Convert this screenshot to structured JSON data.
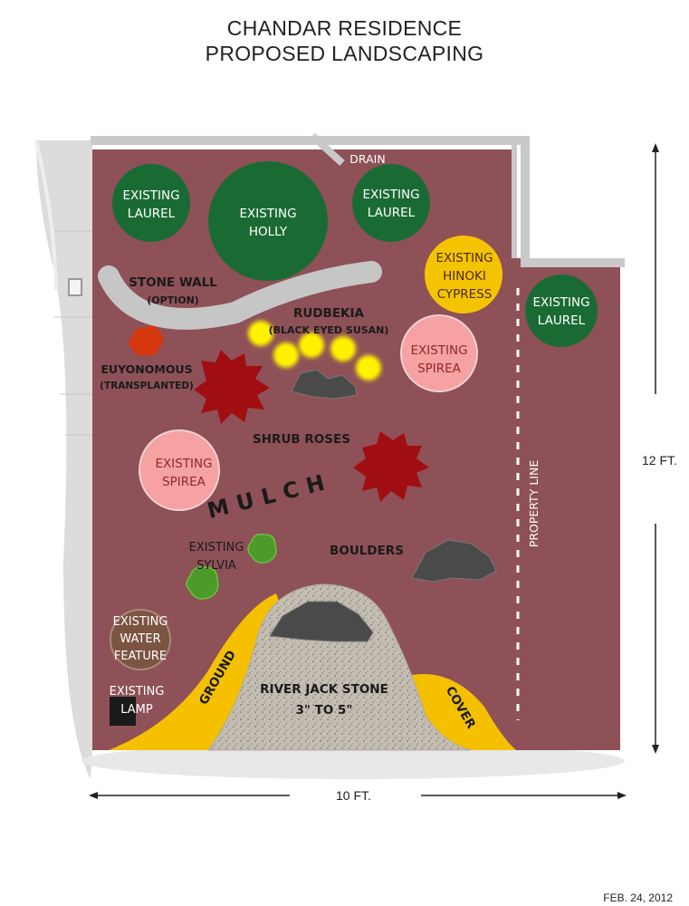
{
  "title": {
    "line1": "CHANDAR RESIDENCE",
    "line2": "PROPOSED LANDSCAPING"
  },
  "dimensions": {
    "height": "12 FT.",
    "width": "10 FT."
  },
  "date": "FEB. 24, 2012",
  "labels": {
    "drain": "DRAIN",
    "laurel_tl_1": "EXISTING",
    "laurel_tl_2": "LAUREL",
    "holly_1": "EXISTING",
    "holly_2": "HOLLY",
    "laurel_tc_1": "EXISTING",
    "laurel_tc_2": "LAUREL",
    "hinoki_1": "EXISTING",
    "hinoki_2": "HINOKI",
    "hinoki_3": "CYPRESS",
    "laurel_r_1": "EXISTING",
    "laurel_r_2": "LAUREL",
    "stone_wall": "STONE WALL",
    "stone_wall_option": "(OPTION)",
    "rudbekia": "RUDBEKIA",
    "rudbekia_sub": "(BLACK EYED SUSAN)",
    "spirea_r_1": "EXISTING",
    "spirea_r_2": "SPIREA",
    "euyonomous": "EUYONOMOUS",
    "euyonomous_sub": "(TRANSPLANTED)",
    "shrub_roses": "SHRUB ROSES",
    "spirea_l_1": "EXISTING",
    "spirea_l_2": "SPIREA",
    "mulch": "MULCH",
    "property_line": "PROPERTY LINE",
    "sylvia_1": "EXISTING",
    "sylvia_2": "SYLVIA",
    "boulders": "BOULDERS",
    "water_1": "EXISTING",
    "water_2": "WATER",
    "water_3": "FEATURE",
    "lamp_1": "EXISTING",
    "lamp_2": "LAMP",
    "ground": "GROUND",
    "cover": "COVER",
    "river_1": "RIVER JACK STONE",
    "river_2": "3\"  TO 5\""
  },
  "colors": {
    "mulch_bed": "#8e5157",
    "laurel": "#1a6b33",
    "hinoki": "#f5c400",
    "spirea": "#f6a1a2",
    "rudbekia": "#fff200",
    "rose": "#a10e12",
    "euyonomous": "#d6380f",
    "sylvia": "#4c9a2a",
    "water_feature": "#7b5442",
    "ground_cover": "#f4c000",
    "river_stone": "#c4bdb2",
    "wall": "#c9c9c9",
    "boulder": "#4a4a4a"
  }
}
